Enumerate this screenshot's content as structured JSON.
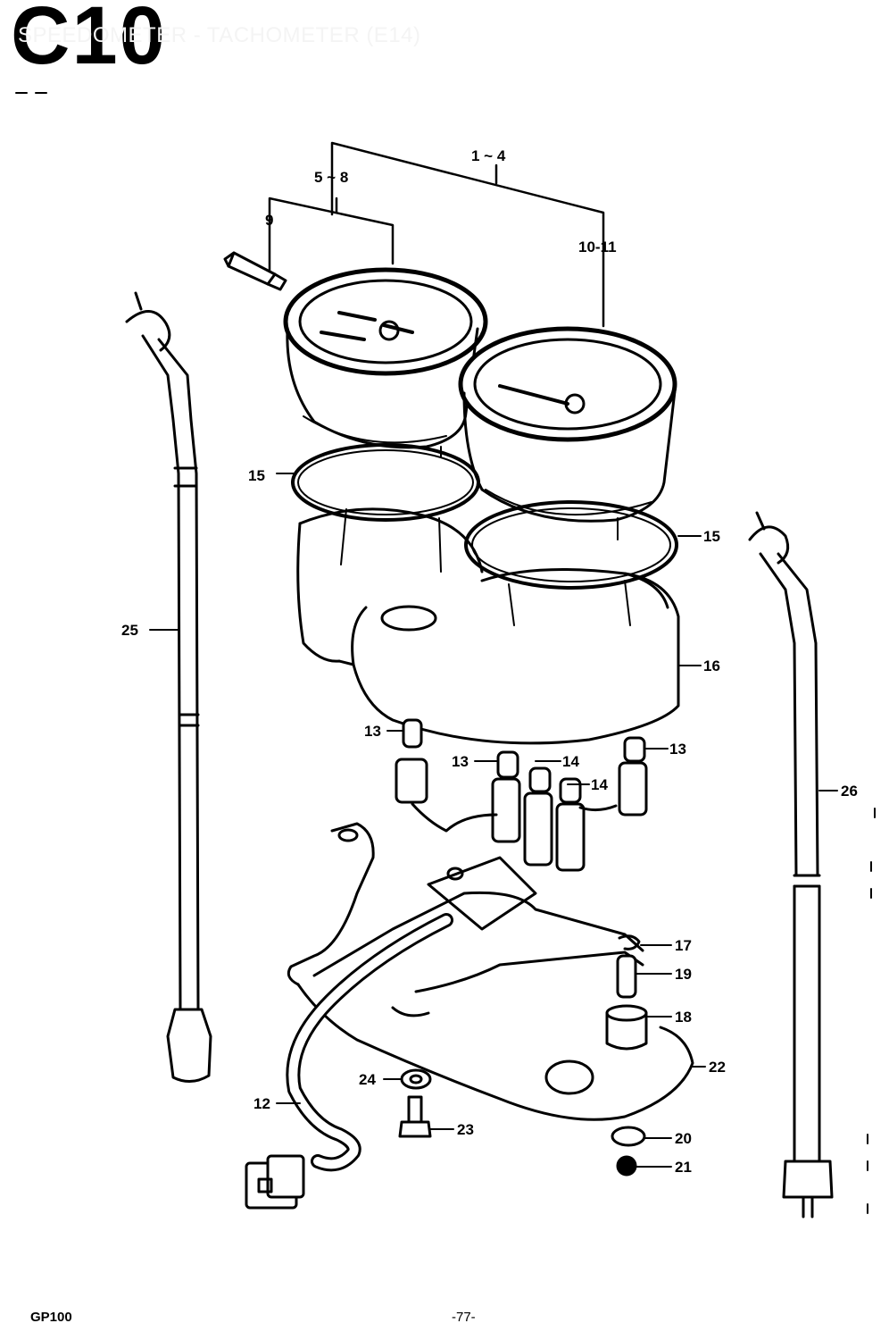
{
  "header": {
    "code": "C10",
    "title": "SPEEDOMETER - TACHOMETER (E14)"
  },
  "callouts": {
    "group_1_4": "1 ~ 4",
    "group_5_8": "5 ~ 8",
    "part_9": "9",
    "group_10_11": "10-11",
    "part_15_left": "15",
    "part_15_right": "15",
    "part_16": "16",
    "part_25": "25",
    "part_26": "26",
    "part_13_a": "13",
    "part_13_b": "13",
    "part_13_c": "13",
    "part_14_a": "14",
    "part_14_b": "14",
    "part_17": "17",
    "part_19": "19",
    "part_18": "18",
    "part_22": "22",
    "part_24": "24",
    "part_12": "12",
    "part_23": "23",
    "part_20": "20",
    "part_21": "21"
  },
  "footer": {
    "model": "GP100",
    "page": "-77-"
  }
}
